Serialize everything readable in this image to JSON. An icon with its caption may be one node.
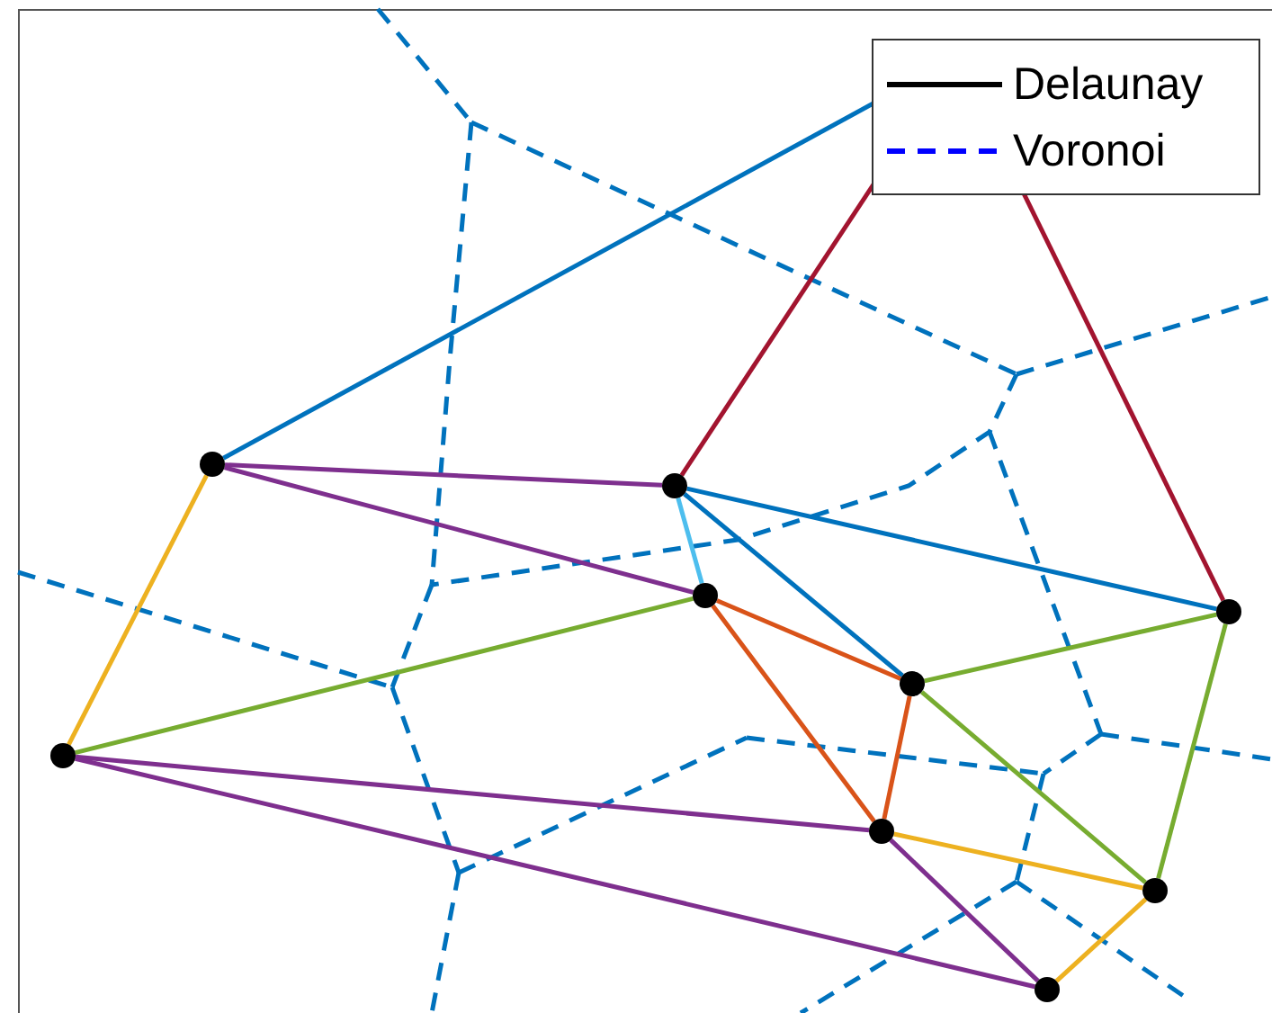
{
  "diagram": {
    "nodes": [
      {
        "text": [],
        "shape": "circle"
      },
      {
        "text": [],
        "shape": "circle"
      },
      {
        "text": [],
        "shape": "circle"
      },
      {
        "text": [],
        "shape": "circle"
      },
      {
        "text": [],
        "shape": "circle"
      },
      {
        "text": [],
        "shape": "circle"
      },
      {
        "text": [],
        "shape": "circle"
      },
      {
        "text": [],
        "shape": "circle"
      },
      {
        "text": [],
        "shape": "circle"
      }
    ],
    "edges": [
      {
        "from": 0,
        "to": null,
        "arrow": "none",
        "color": "#0072bd"
      },
      {
        "from": 1,
        "to": null,
        "arrow": "none",
        "color": "#a2142f"
      },
      {
        "from": 5,
        "to": null,
        "arrow": "none",
        "color": "#a2142f"
      },
      {
        "from": 0,
        "to": 1,
        "arrow": "none",
        "color": "#7e2f8e"
      },
      {
        "from": 0,
        "to": 2,
        "arrow": "none",
        "color": "#7e2f8e"
      },
      {
        "from": 0,
        "to": 3,
        "arrow": "none",
        "color": "#edb120"
      },
      {
        "from": 3,
        "to": 2,
        "arrow": "none",
        "color": "#77ac30"
      },
      {
        "from": 3,
        "to": 6,
        "arrow": "none",
        "color": "#7e2f8e"
      },
      {
        "from": 3,
        "to": 8,
        "arrow": "none",
        "color": "#7e2f8e"
      },
      {
        "from": 1,
        "to": 2,
        "arrow": "none",
        "color": "#4dbeee"
      },
      {
        "from": 1,
        "to": 4,
        "arrow": "none",
        "color": "#0072bd"
      },
      {
        "from": 1,
        "to": 5,
        "arrow": "none",
        "color": "#0072bd"
      },
      {
        "from": 2,
        "to": 4,
        "arrow": "none",
        "color": "#d95319"
      },
      {
        "from": 2,
        "to": 6,
        "arrow": "none",
        "color": "#d95319"
      },
      {
        "from": 4,
        "to": 6,
        "arrow": "none",
        "color": "#d95319"
      },
      {
        "from": 4,
        "to": 5,
        "arrow": "none",
        "color": "#77ac30"
      },
      {
        "from": 4,
        "to": 7,
        "arrow": "none",
        "color": "#77ac30"
      },
      {
        "from": 5,
        "to": 7,
        "arrow": "none",
        "color": "#77ac30"
      },
      {
        "from": 6,
        "to": 7,
        "arrow": "none",
        "color": "#edb120"
      },
      {
        "from": 6,
        "to": 8,
        "arrow": "none",
        "color": "#7e2f8e"
      },
      {
        "from": 7,
        "to": 8,
        "arrow": "none",
        "color": "#edb120"
      }
    ],
    "legend": [
      {
        "text": "Delaunay"
      },
      {
        "text": "Voronoi"
      }
    ]
  }
}
